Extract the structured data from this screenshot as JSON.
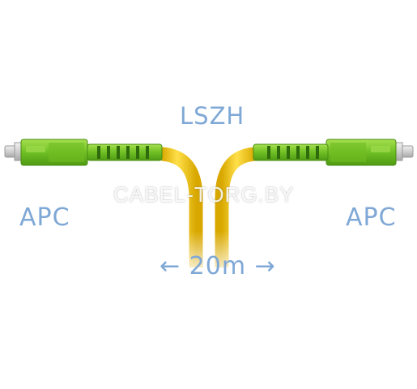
{
  "labels": {
    "cable_type": "LSZH",
    "left_connector": "APC",
    "right_connector": "APC",
    "length": "← 20m →"
  },
  "watermark": "CABEL-TORG.BY",
  "colors": {
    "label_blue": "#7fa8d6",
    "cable_yellow": "#f3c91a",
    "connector_green": "#7cc62b",
    "ferrule_gray": "#d9d9d9"
  }
}
